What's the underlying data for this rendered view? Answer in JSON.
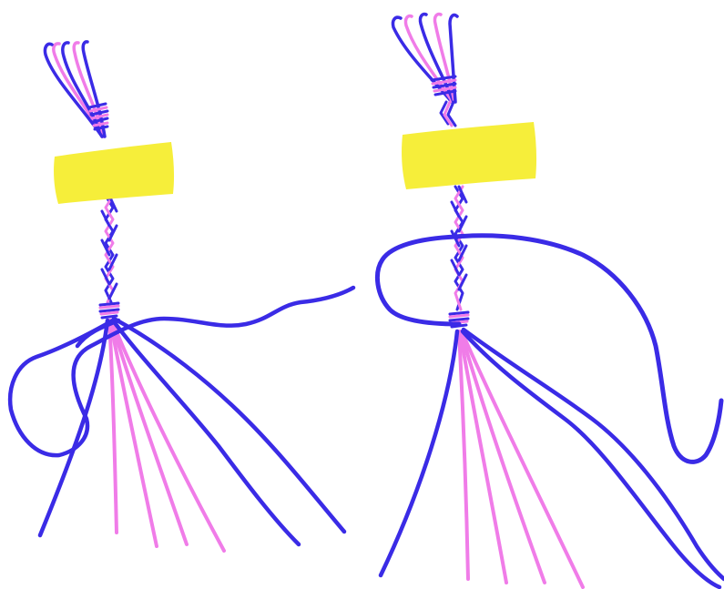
{
  "colors": {
    "background": "#ffffff",
    "thread_blue": "#3a2be6",
    "thread_pink": "#f07ce8",
    "tape_yellow": "#f6ee3a"
  },
  "panels": [
    {
      "id": "left",
      "tape": true,
      "loose_strand": "crossing-loop"
    },
    {
      "id": "right",
      "tape": true,
      "loose_strand": "wide-loop"
    }
  ]
}
